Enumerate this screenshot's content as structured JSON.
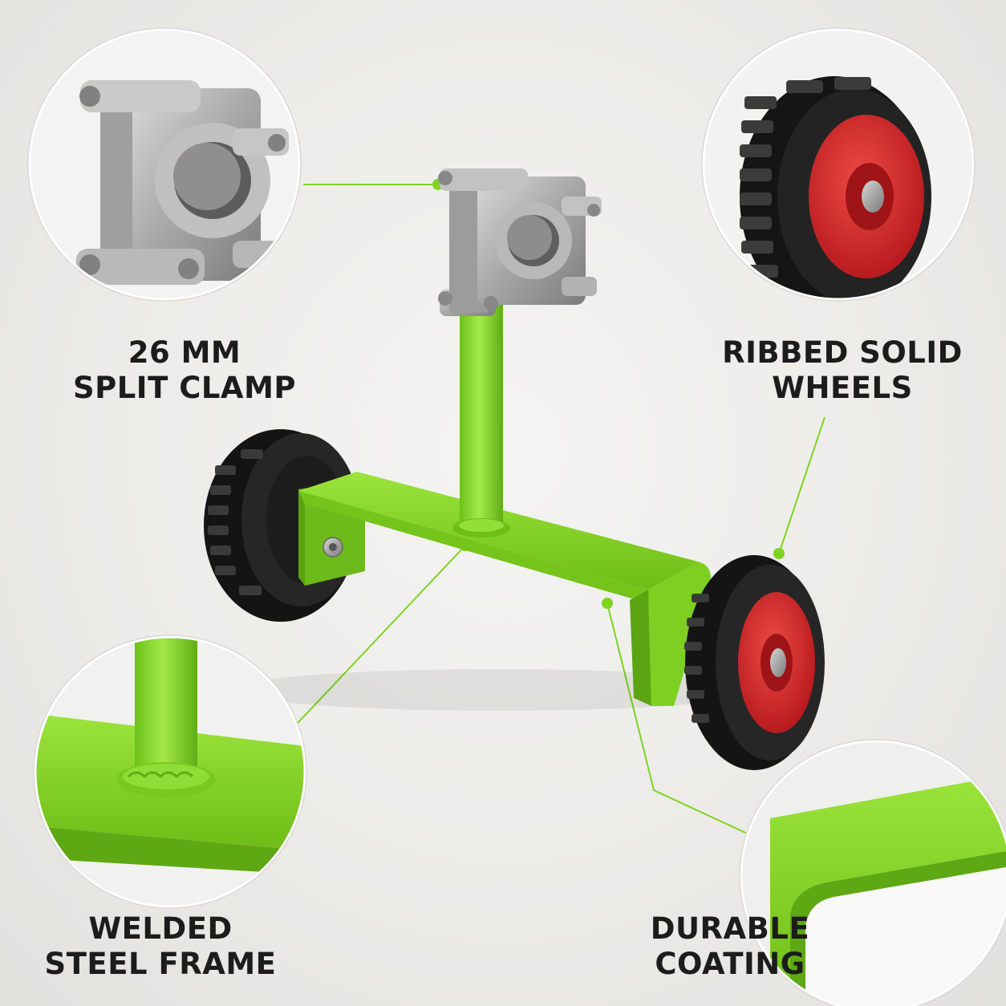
{
  "colors": {
    "accent_green": "#7fd321",
    "frame_green": "#82d828",
    "wheel_hub_red": "#d8272a",
    "tire_black": "#1b1b1b",
    "steel": "#a9aaa8",
    "background": "#ecebe8",
    "text": "#1c1c1c"
  },
  "callouts": {
    "clamp": {
      "line1": "26 MM",
      "line2": "SPLIT CLAMP",
      "icon": "split-clamp-closeup"
    },
    "wheels": {
      "line1": "RIBBED SOLID",
      "line2": "WHEELS",
      "icon": "ribbed-wheel-closeup"
    },
    "frame": {
      "line1": "WELDED",
      "line2": "STEEL FRAME",
      "icon": "weld-joint-closeup"
    },
    "coating": {
      "line1": "DURABLE",
      "line2": "COATING",
      "icon": "coated-corner-closeup"
    }
  }
}
